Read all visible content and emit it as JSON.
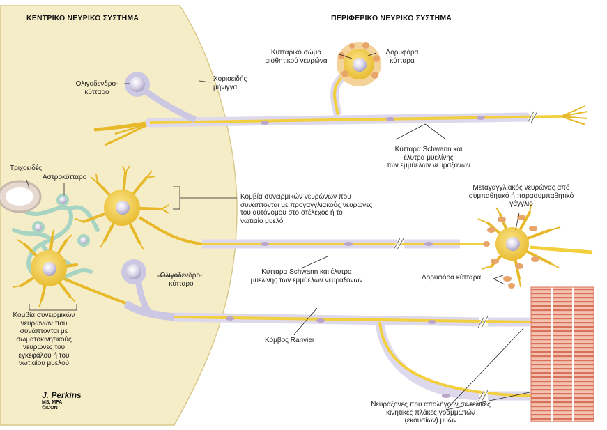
{
  "headers": {
    "cns": "ΚΕΝΤΡΙΚΟ ΝΕΥΡΙΚΟ ΣΥΣΤΗΜΑ",
    "pns": "ΠΕΡΙΦΕΡΙΚΟ ΝΕΥΡΙΚΟ ΣΥΣΤΗΜΑ"
  },
  "labels": {
    "sensory_body": [
      "Κυτταρικό σώμα",
      "αισθητικού νευρώνα"
    ],
    "satellite_top": [
      "Δορυφόρα",
      "κύτταρα"
    ],
    "oligo_top": [
      "Ολιγοδενδρο-",
      "κύτταρο"
    ],
    "pia": [
      "Χοριοειδής",
      "μήνιγγα"
    ],
    "schwann_top": [
      "Κύτταρα Schwann και",
      "έλυτρα μυελίνης",
      "των εμμύελων νευραξόνων"
    ],
    "capillary": [
      "Τριχοειδές"
    ],
    "astrocyte": [
      "Αστροκύτταρο"
    ],
    "autonomic_synapse": [
      "Κομβία συνειρμικών νευρώνων που",
      "συνάπτονται με προγαγγλιακούς νευρώνες",
      "του αυτόνομου στο στέλεχος ή το",
      "νωτιαίο μυελό"
    ],
    "postganglionic": [
      "Μεταγαγγλιακός νευρώνας από",
      "συμπαθητικό ή παρασυμπαθητικό",
      "γάγγλιο"
    ],
    "oligo_bottom": [
      "Ολιγοδενδρο-",
      "κύτταρο"
    ],
    "schwann_mid": [
      "Κύτταρα Schwann και έλυτρα",
      "μυελίνης των εμμύελων νευραξόνων"
    ],
    "satellite_bottom": [
      "Δορυφόρα κύτταρα"
    ],
    "somatic_synapse": [
      "Κομβία συνειρμικών",
      "νευρώνων που",
      "συνάπτονται με",
      "σωματοκινητικούς",
      "νευρώνες του",
      "εγκεφάλου ή του",
      "νωτιαίου μυελού"
    ],
    "ranvier": [
      "Κόμβος Ranvier"
    ],
    "endplates": [
      "Νευράξονες που απολήγουν σε τελικές",
      "κινητικές πλάκες γραμμωτών",
      "(εκουσίων) μυών"
    ]
  },
  "signature": {
    "name": "J. Perkins",
    "credential": "MS, MFA",
    "mark": "©ICON"
  },
  "colors": {
    "cns_region": "#f5edc8",
    "axon": "#f2cf3c",
    "myelin": "#ddd8ec",
    "cell_body": "#f2cf3c",
    "nucleus": "#cdc8df",
    "astro": "#a8d4c4",
    "muscle": "#e8927a",
    "satellite": "#e8a56a",
    "leader": "#222222"
  }
}
